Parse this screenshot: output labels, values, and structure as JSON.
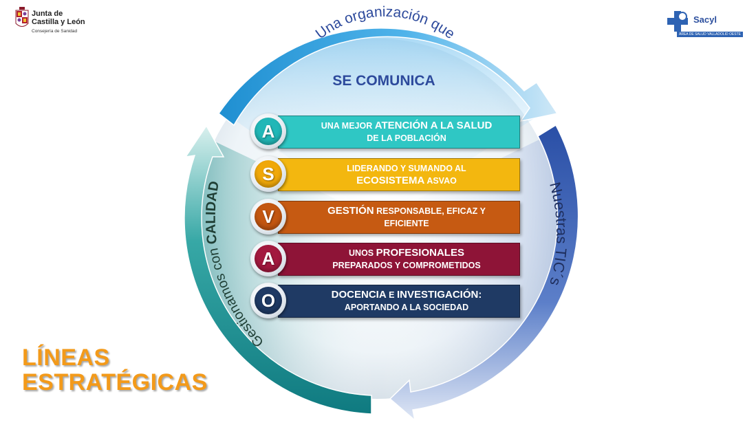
{
  "logos": {
    "left": {
      "line1": "Junta de",
      "line2": "Castilla y León",
      "line3": "Consejería de Sanidad"
    },
    "right": {
      "name": "Sacyl",
      "subtitle": "ÁREA DE SALUD VALLADOLID OESTE"
    }
  },
  "title": {
    "line1": "LÍNEAS",
    "line2": "ESTRATÉGICAS"
  },
  "arcs": {
    "top": {
      "line1": "Una organización que",
      "line2": "SE COMUNICA"
    },
    "right": {
      "text": "Nuestras TIC´s"
    },
    "left": {
      "prefix": "Gestionamos con ",
      "emph": "CALIDAD"
    }
  },
  "rows": [
    {
      "letter": "A",
      "color": "#2fc7c4",
      "circle": "#21b7b7",
      "line1_small": "UNA MEJOR ",
      "line1_big": "ATENCIÓN A LA SALUD",
      "line1_tail": "",
      "line2_small": "DE LA POBLACIÓN",
      "line2_big": "",
      "line2_tail": ""
    },
    {
      "letter": "S",
      "color": "#f3b70f",
      "circle": "#f0a80a",
      "line1_small": "LIDERANDO Y SUMANDO AL",
      "line1_big": "",
      "line1_tail": "",
      "line2_small": "",
      "line2_big": "ECOSISTEMA",
      "line2_tail": " ASVAO"
    },
    {
      "letter": "V",
      "color": "#c65a12",
      "circle": "#c35610",
      "line1_small": "",
      "line1_big": "GESTIÓN",
      "line1_tail": " RESPONSABLE, EFICAZ Y",
      "line2_small": "EFICIENTE",
      "line2_big": "",
      "line2_tail": ""
    },
    {
      "letter": "A",
      "color": "#8e1437",
      "circle": "#a3193f",
      "line1_small": "UNOS ",
      "line1_big": "PROFESIONALES",
      "line1_tail": "",
      "line2_small": "PREPARADOS Y COMPROMETIDOS",
      "line2_big": "",
      "line2_tail": ""
    },
    {
      "letter": "O",
      "color": "#1f3a64",
      "circle": "#1f3a64",
      "line1_small": "",
      "line1_big": "DOCENCIA",
      "line1_tail": " E ",
      "line1_big2": "INVESTIGACIÓN:",
      "line2_small": "APORTANDO A LA SOCIEDAD",
      "line2_big": "",
      "line2_tail": ""
    }
  ]
}
